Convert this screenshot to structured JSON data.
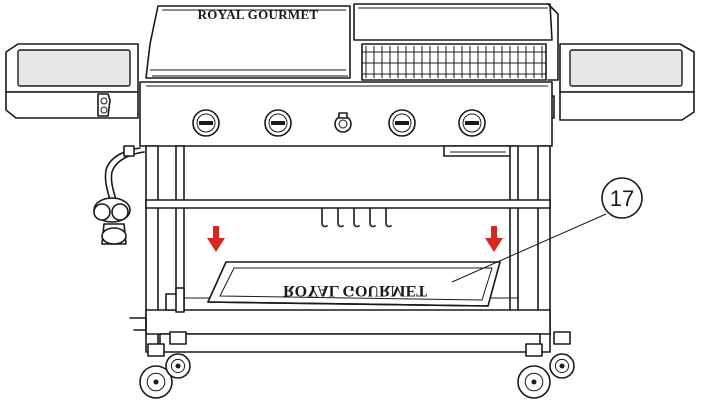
{
  "brand_label": "ROYAL GOURMET",
  "callout_label": "17",
  "tray_logo_label": "ROYAL GOURMET",
  "arrow_color": "#d7261e",
  "line_color": "#1a1a1a"
}
